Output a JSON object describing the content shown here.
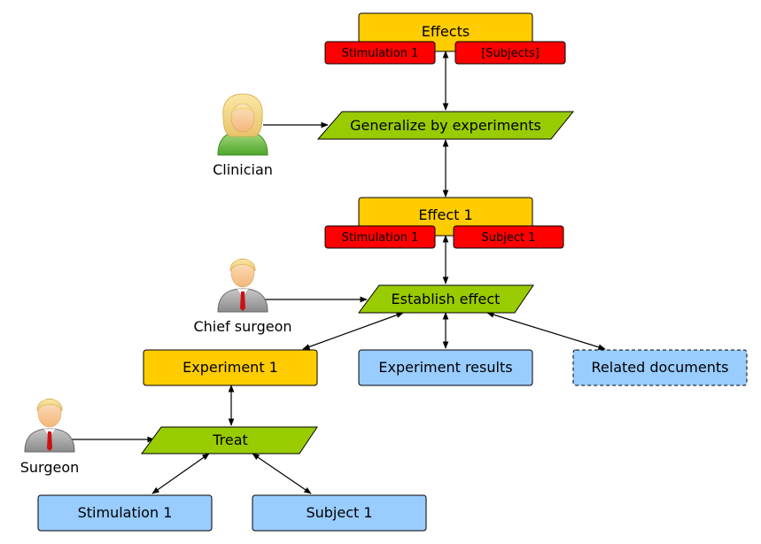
{
  "colors": {
    "process_yellow": "#FFCC00",
    "tag_red": "#FF0000",
    "action_green": "#99CC00",
    "resource_blue": "#99CCFF",
    "stroke": "#000000"
  },
  "nodes": {
    "effects": "Effects",
    "effects_tag_stimulation": "Stimulation 1",
    "effects_tag_subjects": "[Subjects]",
    "generalize": "Generalize by experiments",
    "effect1": "Effect 1",
    "effect1_tag_stimulation": "Stimulation 1",
    "effect1_tag_subject": "Subject 1",
    "establish": "Establish effect",
    "experiment1": "Experiment 1",
    "experiment_results": "Experiment results",
    "related_documents": "Related documents",
    "treat": "Treat",
    "stimulation1": "Stimulation 1",
    "subject1": "Subject 1"
  },
  "actors": {
    "clinician": {
      "label": "Clinician",
      "icon": "person-female-icon"
    },
    "chief_surgeon": {
      "label": "Chief surgeon",
      "icon": "person-suit-icon"
    },
    "surgeon": {
      "label": "Surgeon",
      "icon": "person-suit-icon"
    }
  }
}
